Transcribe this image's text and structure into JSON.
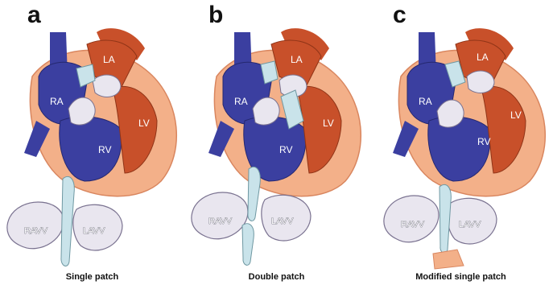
{
  "panels": [
    {
      "letter": "a",
      "caption": "Single patch",
      "labels": {
        "ra": "RA",
        "la": "LA",
        "lv": "LV",
        "rv": "RV",
        "ravv": "RAVV",
        "lavv": "LAVV"
      }
    },
    {
      "letter": "b",
      "caption": "Double patch",
      "labels": {
        "ra": "RA",
        "la": "LA",
        "lv": "LV",
        "rv": "RV",
        "ravv": "RAVV",
        "lavv": "LAVV"
      }
    },
    {
      "letter": "c",
      "caption": "Modified single patch",
      "labels": {
        "ra": "RA",
        "la": "LA",
        "lv": "LV",
        "rv": "RV",
        "ravv": "RAVV",
        "lavv": "LAVV"
      }
    }
  ],
  "colors": {
    "right_heart": "#3b3fa0",
    "left_heart": "#c8502a",
    "myocardium": "#f3b089",
    "valve": "#e9e6ef",
    "patch": "#c9e3ea"
  }
}
